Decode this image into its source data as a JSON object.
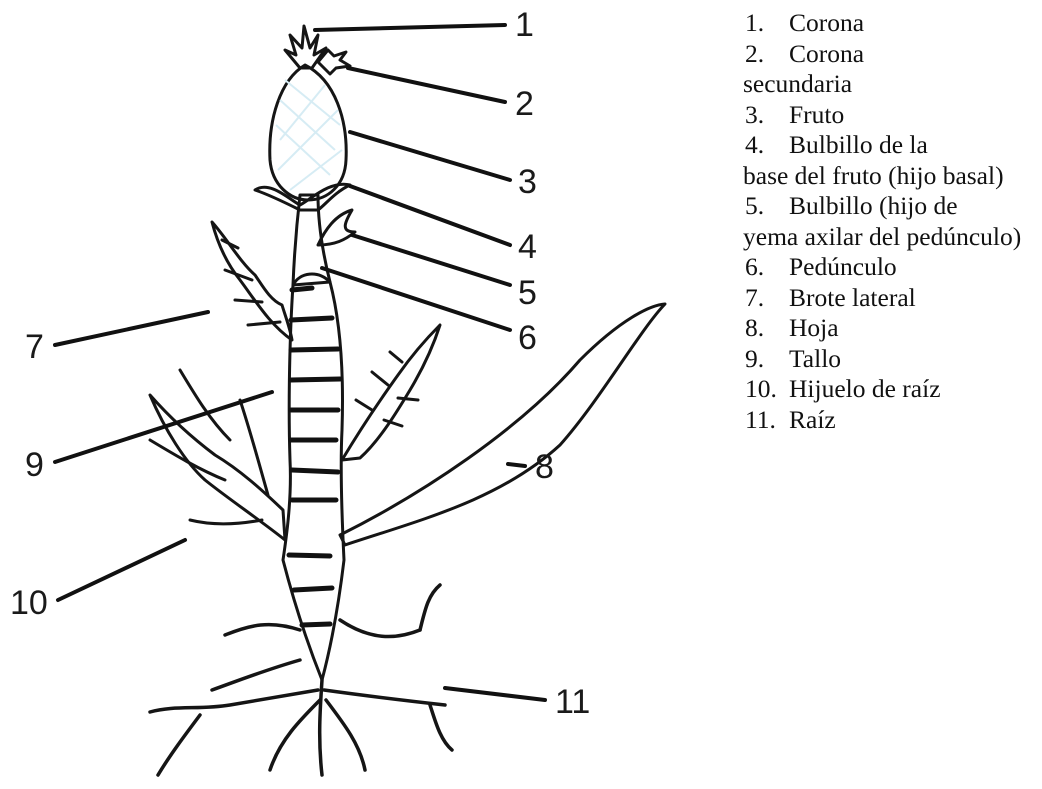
{
  "callouts": [
    "1",
    "2",
    "3",
    "4",
    "5",
    "6",
    "7",
    "8",
    "9",
    "10",
    "11"
  ],
  "legend": [
    {
      "num": "1.",
      "text": "Corona"
    },
    {
      "num": "2.",
      "text": "Corona",
      "cont": "secundaria"
    },
    {
      "num": "3.",
      "text": "Fruto"
    },
    {
      "num": "4.",
      "text": "Bulbillo de la",
      "cont": "base del fruto (hijo basal)"
    },
    {
      "num": "5.",
      "text": "Bulbillo (hijo de",
      "cont": "yema axilar del pedúnculo)"
    },
    {
      "num": "6.",
      "text": "Pedúnculo"
    },
    {
      "num": "7.",
      "text": "Brote lateral"
    },
    {
      "num": "8.",
      "text": "Hoja"
    },
    {
      "num": "9.",
      "text": "Tallo"
    },
    {
      "num": "10.",
      "text": "Hijuelo de raíz"
    },
    {
      "num": "11.",
      "text": "Raíz"
    }
  ],
  "colors": {
    "fill": "#d6ecf4",
    "ink": "#151515"
  }
}
